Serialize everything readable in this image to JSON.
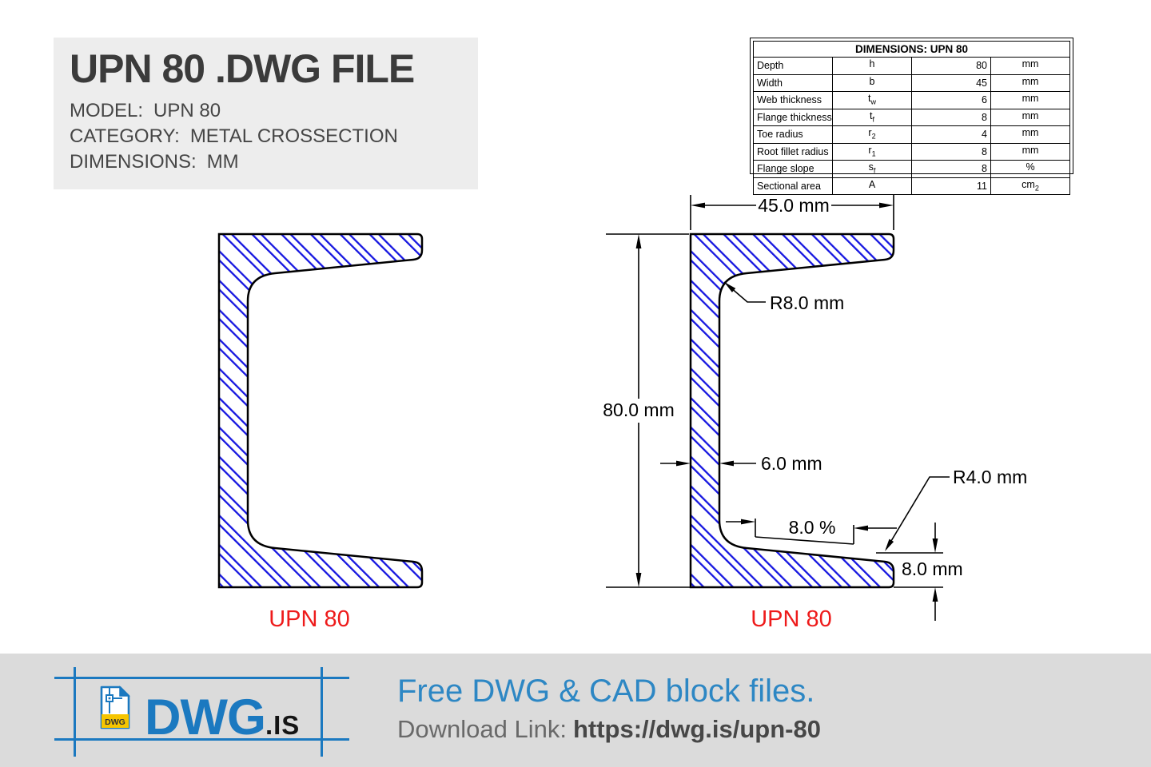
{
  "title_block": {
    "title": "UPN 80 .DWG FILE",
    "model_label": "MODEL:",
    "model_value": "UPN 80",
    "category_label": "CATEGORY:",
    "category_value": "METAL CROSSECTION",
    "dimensions_label": "DIMENSIONS:",
    "dimensions_value": "MM"
  },
  "dimensions_table": {
    "header": "DIMENSIONS: UPN 80",
    "rows": [
      {
        "label": "Depth",
        "symbol": "h",
        "symbol_sub": "",
        "value": "80",
        "unit": "mm",
        "unit_sub": ""
      },
      {
        "label": "Width",
        "symbol": "b",
        "symbol_sub": "",
        "value": "45",
        "unit": "mm",
        "unit_sub": ""
      },
      {
        "label": "Web thickness",
        "symbol": "t",
        "symbol_sub": "w",
        "value": "6",
        "unit": "mm",
        "unit_sub": ""
      },
      {
        "label": "Flange thickness",
        "symbol": "t",
        "symbol_sub": "f",
        "value": "8",
        "unit": "mm",
        "unit_sub": ""
      },
      {
        "label": "Toe radius",
        "symbol": "r",
        "symbol_sub": "2",
        "value": "4",
        "unit": "mm",
        "unit_sub": ""
      },
      {
        "label": "Root fillet radius",
        "symbol": "r",
        "symbol_sub": "1",
        "value": "8",
        "unit": "mm",
        "unit_sub": ""
      },
      {
        "label": "Flange slope",
        "symbol": "s",
        "symbol_sub": "f",
        "value": "8",
        "unit": "%",
        "unit_sub": ""
      },
      {
        "label": "Sectional area",
        "symbol": "A",
        "symbol_sub": "",
        "value": "11",
        "unit": "cm",
        "unit_sub": "2"
      }
    ]
  },
  "drawing": {
    "left_label": "UPN 80",
    "right_label": "UPN 80",
    "dim_width": "45.0 mm",
    "dim_height": "80.0 mm",
    "dim_web_thickness": "6.0 mm",
    "dim_root_radius": "R8.0 mm",
    "dim_toe_radius": "R4.0 mm",
    "dim_flange_slope": "8.0 %",
    "dim_flange_thickness": "8.0 mm"
  },
  "footer": {
    "logo_text": "DWG",
    "logo_suffix": ".IS",
    "logo_file_label": "DWG",
    "tagline": "Free DWG & CAD block files.",
    "download_label": "Download Link:",
    "download_url": "https://dwg.is/upn-80"
  },
  "colors": {
    "hatch_blue": "#1616e0",
    "accent_blue": "#1b79c0",
    "tagline_blue": "#2d87c4",
    "label_red": "#ee1b1b",
    "logo_yellow": "#f6c500",
    "title_bg": "#ededed",
    "footer_bg": "#dbdbdb"
  }
}
